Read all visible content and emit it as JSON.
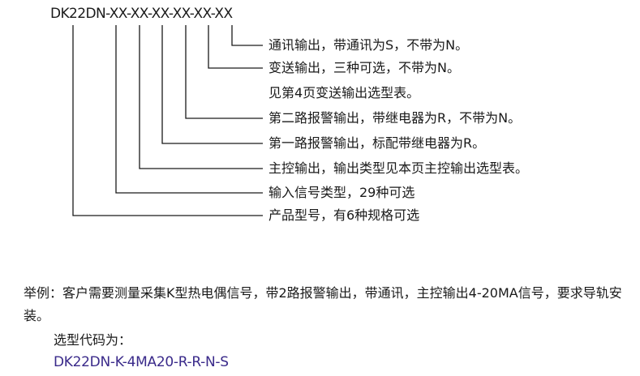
{
  "model_code": "DK22DN-XX-XX-XX-XX-XX-XX",
  "descriptions": [
    "通讯输出，带通讯为S，不带为N。",
    "变送输出，三种可选，不带为N。",
    "见第4页变送输出选型表。",
    "第二路报警输出，带继电器为R，不带为N。",
    "第一路报警输出，标配带继电器为R。",
    "主控输出，输出类型见本页主控输出选型表。",
    "输入信号类型，29种可选",
    "产品型号，有6种规格可选"
  ],
  "example": {
    "text": "举例：客户需要测量采集K型热电偶信号，带2路报警输出，带通讯，主控输出4-20MA信号，要求导轨安装。",
    "code_label": "选型代码为：",
    "code": "DK22DN-K-4MA20-R-R-N-S"
  },
  "colors": {
    "text": "#1a1a1a",
    "lines": "#1a1a1a",
    "example_code": "#3a2a8a"
  }
}
